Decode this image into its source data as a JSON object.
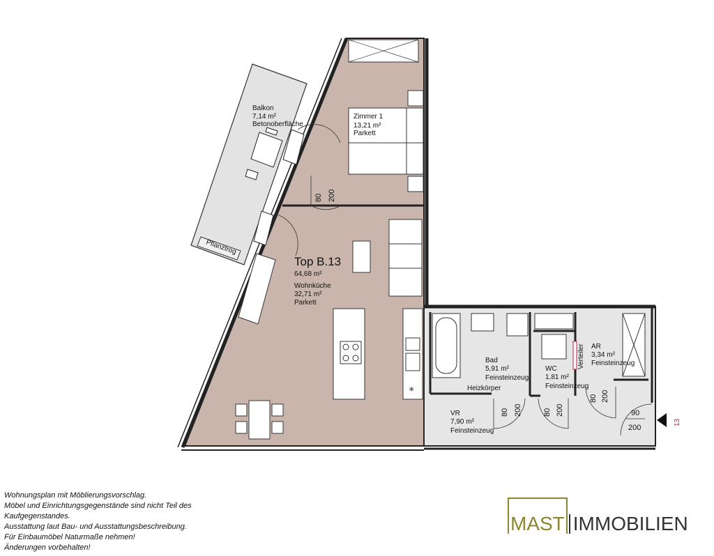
{
  "unit": {
    "title": "Top B.13",
    "total_area": "64,68 m²"
  },
  "rooms": [
    {
      "name": "Balkon",
      "area": "7,14 m²",
      "floor": "Betonoberfläche"
    },
    {
      "name": "Zimmer 1",
      "area": "13,21 m²",
      "floor": "Parkett"
    },
    {
      "name": "Wohnküche",
      "area": "32,71 m²",
      "floor": "Parkett"
    },
    {
      "name": "Bad",
      "area": "5,91 m²",
      "floor": "Feinsteinzeug"
    },
    {
      "name": "WC",
      "area": "1,81 m²",
      "floor": "Feinsteinzeug"
    },
    {
      "name": "AR",
      "area": "3,34 m²",
      "floor": "Feinsteinzeug"
    },
    {
      "name": "VR",
      "area": "7,90 m²",
      "floor": "Feinsteinzeug"
    }
  ],
  "fixtures": {
    "planter": "Pflanztrog",
    "radiator": "Heizkörper",
    "distributor": "Verteiler"
  },
  "doors": {
    "w80": "80",
    "w90": "90",
    "h200": "200"
  },
  "entrance": {
    "number": "13",
    "color": "#c0223b"
  },
  "colors": {
    "living": "#c9b5ac",
    "service": "#e6e6e6",
    "balcony": "#e3e3e3",
    "logo_gold": "#8c8630"
  },
  "notes": [
    "Wohnungsplan mit Möblierungsvorschlag.",
    "Möbel und Einrichtungsgegenstände sind nicht Teil des",
    "Kaufgegenstandes.",
    "Ausstattung laut Bau- und Ausstattungsbeschreibung.",
    "Für Einbaumöbel Naturmaße nehmen!",
    "Änderungen vorbehalten!"
  ],
  "logo": {
    "part1": "MAST",
    "part2": "IMMOBILIEN"
  }
}
